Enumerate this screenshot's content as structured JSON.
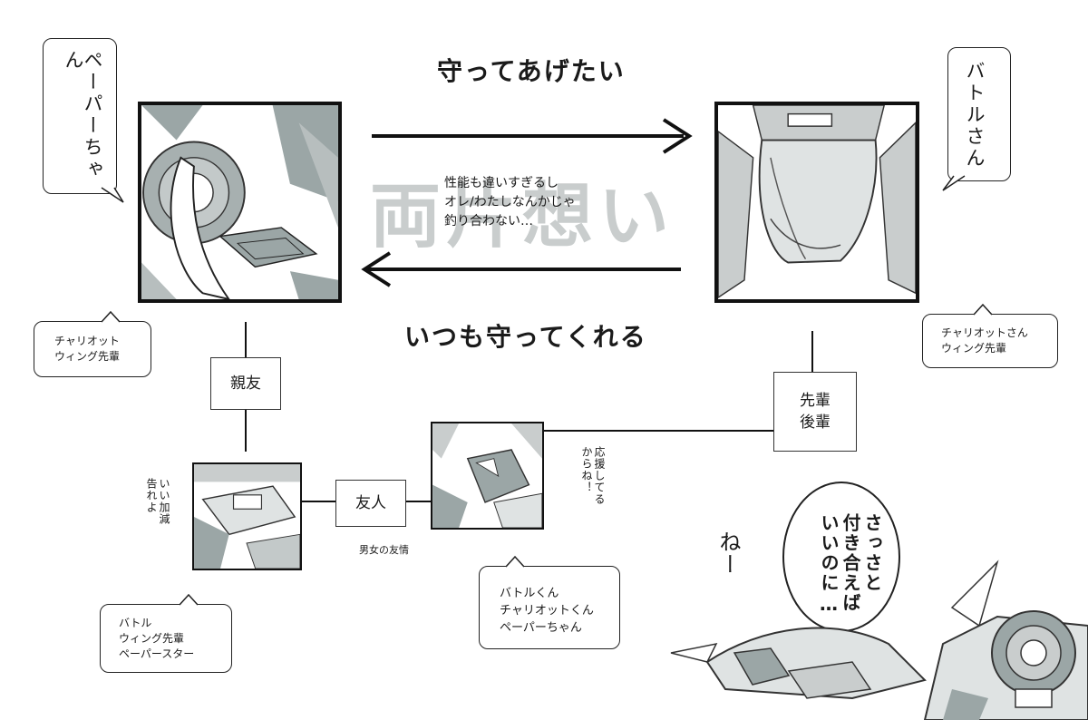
{
  "top_left_bubble": "ペーパーちゃん",
  "top_right_bubble": "バトルさん",
  "arrow_top_label": "守ってあげたい",
  "arrow_bottom_label": "いつも守ってくれる",
  "watermark": "両片想い",
  "middle_text": "性能も違いすぎるし\nオレ/わたしなんかじゃ\n釣り合わない…",
  "paper_nicknames": "チャリオット\nウィング先輩",
  "battle_nicknames": "チャリオットさん\nウィング先輩",
  "best_friend_label": "親友",
  "senpai_kouhai_label": "先輩\n後輩",
  "friend_label": "友人",
  "wing_remark": "いい加減\n告れよ",
  "chariot_remark": "応援してる\nからね！",
  "friendship_caption": "男女の友情",
  "wing_nicknames": "バトル\nウィング先輩\nペーパースター",
  "chariot_nicknames": "バトルくん\nチャリオットくん\nペーパーちゃん",
  "ending_bubble": "さっさと\n付き合えば\nいいのに…",
  "ending_sfx": "ねー",
  "colors": {
    "ink": "#111111",
    "tone": "#9ba6a6",
    "tone_light": "#c9cdcd"
  }
}
